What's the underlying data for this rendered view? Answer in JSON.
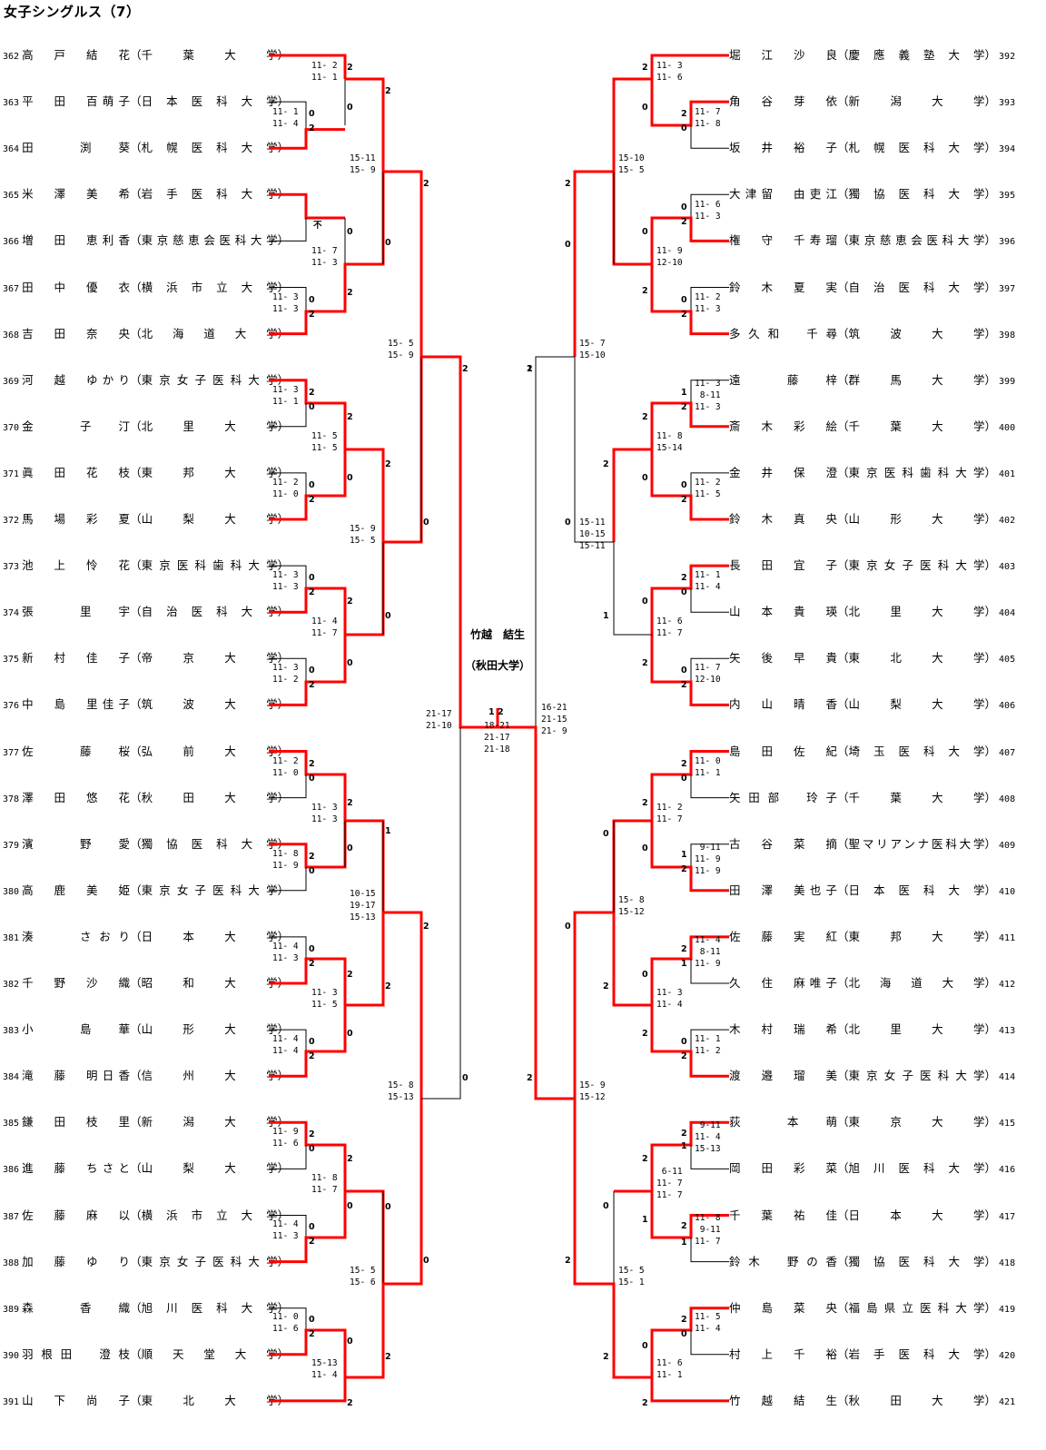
{
  "title": "女子シングルス（7）",
  "champion": {
    "name": "竹越　結生",
    "school": "（秋田大学）"
  },
  "colors": {
    "winner_line": "#ff0000",
    "loser_line": "#000000"
  },
  "left_players": [
    {
      "no": "362",
      "name": "高　戸　結　花",
      "school": "千葉大学"
    },
    {
      "no": "363",
      "name": "平　田　百萌子",
      "school": "日本医科大学"
    },
    {
      "no": "364",
      "name": "田　　渕　葵",
      "school": "札幌医科大学"
    },
    {
      "no": "365",
      "name": "米　澤　美　希",
      "school": "岩手医科大学"
    },
    {
      "no": "366",
      "name": "増　田　恵利香",
      "school": "東京慈恵会医科大学"
    },
    {
      "no": "367",
      "name": "田　中　優　衣",
      "school": "横浜市立大学"
    },
    {
      "no": "368",
      "name": "吉　田　奈　央",
      "school": "北海道大学"
    },
    {
      "no": "369",
      "name": "河　越　ゆかり",
      "school": "東京女子医科大学"
    },
    {
      "no": "370",
      "name": "金　　子　汀",
      "school": "北里大学"
    },
    {
      "no": "371",
      "name": "眞　田　花　枝",
      "school": "東邦大学"
    },
    {
      "no": "372",
      "name": "馬　場　彩　夏",
      "school": "山梨大学"
    },
    {
      "no": "373",
      "name": "池　上　怜　花",
      "school": "東京医科歯科大学"
    },
    {
      "no": "374",
      "name": "張　　里　宇",
      "school": "自治医科大学"
    },
    {
      "no": "375",
      "name": "新　村　佳　子",
      "school": "帝京大学"
    },
    {
      "no": "376",
      "name": "中　島　里佳子",
      "school": "筑波大学"
    },
    {
      "no": "377",
      "name": "佐　　藤　桜",
      "school": "弘前大学"
    },
    {
      "no": "378",
      "name": "澤　田　悠　花",
      "school": "秋田大学"
    },
    {
      "no": "379",
      "name": "濱　　野　愛",
      "school": "獨協医科大学"
    },
    {
      "no": "380",
      "name": "高　鹿　美　姫",
      "school": "東京女子医科大学"
    },
    {
      "no": "381",
      "name": "湊　　さおり",
      "school": "日本大学"
    },
    {
      "no": "382",
      "name": "千　野　沙　織",
      "school": "昭和大学"
    },
    {
      "no": "383",
      "name": "小　　島　華",
      "school": "山形大学"
    },
    {
      "no": "384",
      "name": "滝　藤　明日香",
      "school": "信州大学"
    },
    {
      "no": "385",
      "name": "鎌　田　枝　里",
      "school": "新潟大学"
    },
    {
      "no": "386",
      "name": "進　藤　ちさと",
      "school": "山梨大学"
    },
    {
      "no": "387",
      "name": "佐　藤　麻　以",
      "school": "横浜市立大学"
    },
    {
      "no": "388",
      "name": "加　藤　ゆ　り",
      "school": "東京女子医科大学"
    },
    {
      "no": "389",
      "name": "森　　香　織",
      "school": "旭川医科大学"
    },
    {
      "no": "390",
      "name": "羽根田　澄枝",
      "school": "順天堂大学"
    },
    {
      "no": "391",
      "name": "山　下　尚　子",
      "school": "東北大学"
    }
  ],
  "right_players": [
    {
      "no": "392",
      "name": "堀　江　沙　良",
      "school": "慶應義塾大学"
    },
    {
      "no": "393",
      "name": "角　谷　芽　依",
      "school": "新潟大学"
    },
    {
      "no": "394",
      "name": "坂　井　裕　子",
      "school": "札幌医科大学"
    },
    {
      "no": "395",
      "name": "大津留　由吏江",
      "school": "獨協医科大学"
    },
    {
      "no": "396",
      "name": "権　守　千寿瑠",
      "school": "東京慈恵会医科大学"
    },
    {
      "no": "397",
      "name": "鈴　木　夏　実",
      "school": "自治医科大学"
    },
    {
      "no": "398",
      "name": "多久和　千尋",
      "school": "筑波大学"
    },
    {
      "no": "399",
      "name": "遠　　藤　梓",
      "school": "群馬大学"
    },
    {
      "no": "400",
      "name": "斎　木　彩　絵",
      "school": "千葉大学"
    },
    {
      "no": "401",
      "name": "金　井　保　澄",
      "school": "東京医科歯科大学"
    },
    {
      "no": "402",
      "name": "鈴　木　真　央",
      "school": "山形大学"
    },
    {
      "no": "403",
      "name": "長　田　宜　子",
      "school": "東京女子医科大学"
    },
    {
      "no": "404",
      "name": "山　本　貴　瑛",
      "school": "北里大学"
    },
    {
      "no": "405",
      "name": "矢　後　早　貴",
      "school": "東北大学"
    },
    {
      "no": "406",
      "name": "内　山　晴　香",
      "school": "山梨大学"
    },
    {
      "no": "407",
      "name": "島　田　佐　紀",
      "school": "埼玉医科大学"
    },
    {
      "no": "408",
      "name": "矢田部　玲子",
      "school": "千葉大学"
    },
    {
      "no": "409",
      "name": "古　谷　菜　摘",
      "school": "聖マリアンナ医科大学"
    },
    {
      "no": "410",
      "name": "田　澤　美也子",
      "school": "日本医科大学"
    },
    {
      "no": "411",
      "name": "佐　藤　実　紅",
      "school": "東邦大学"
    },
    {
      "no": "412",
      "name": "久　住　麻唯子",
      "school": "北海道大学"
    },
    {
      "no": "413",
      "name": "木　村　瑞　希",
      "school": "北里大学"
    },
    {
      "no": "414",
      "name": "渡　邉　瑠　美",
      "school": "東京女子医科大学"
    },
    {
      "no": "415",
      "name": "荻　　本　萌",
      "school": "東京大学"
    },
    {
      "no": "416",
      "name": "岡　田　彩　菜",
      "school": "旭川医科大学"
    },
    {
      "no": "417",
      "name": "千　葉　祐　佳",
      "school": "日本大学"
    },
    {
      "no": "418",
      "name": "鈴木　野の香",
      "school": "獨協医科大学"
    },
    {
      "no": "419",
      "name": "仲　島　菜　央",
      "school": "福島県立医科大学"
    },
    {
      "no": "420",
      "name": "村　上　千　裕",
      "school": "岩手医科大学"
    },
    {
      "no": "421",
      "name": "竹　越　結　生",
      "school": "秋田大学"
    }
  ],
  "matches": [
    {
      "id": "L1",
      "scores": [
        "11- 2",
        "11- 1"
      ],
      "wins": [
        "2",
        "0"
      ]
    },
    {
      "id": "L2",
      "scores": [
        "11- 1",
        "11- 4"
      ],
      "wins": [
        "0",
        "2"
      ]
    },
    {
      "id": "L3",
      "scores": [],
      "wins": [
        "不"
      ]
    },
    {
      "id": "L4",
      "scores": [
        "11- 7",
        "11- 3"
      ],
      "wins": [
        "0",
        "2"
      ]
    },
    {
      "id": "L5",
      "scores": [
        "11- 3",
        "11- 3"
      ],
      "wins": [
        "0",
        "2"
      ]
    },
    {
      "id": "L6",
      "scores": [
        "15-11",
        "15- 9"
      ],
      "wins": [
        "2",
        "0"
      ]
    },
    {
      "id": "L7",
      "scores": [
        "11- 3",
        "11- 1"
      ],
      "wins": [
        "2",
        "0"
      ]
    },
    {
      "id": "L8",
      "scores": [
        "11- 5",
        "11- 5"
      ],
      "wins": [
        "2",
        "0"
      ]
    },
    {
      "id": "L9",
      "scores": [
        "11- 2",
        "11- 0"
      ],
      "wins": [
        "0",
        "2"
      ]
    },
    {
      "id": "L10",
      "scores": [
        "11- 3",
        "11- 3"
      ],
      "wins": [
        "0",
        "2"
      ]
    },
    {
      "id": "L11",
      "scores": [
        "11- 4",
        "11- 7"
      ],
      "wins": [
        "2",
        "0"
      ]
    },
    {
      "id": "L12",
      "scores": [
        "11- 3",
        "11- 2"
      ],
      "wins": [
        "0",
        "2"
      ]
    },
    {
      "id": "L13",
      "scores": [
        "15- 9",
        "15- 5"
      ],
      "wins": [
        "2",
        "0"
      ]
    },
    {
      "id": "L14",
      "scores": [
        "15- 5",
        "15- 9"
      ],
      "wins": [
        "2",
        "0"
      ]
    },
    {
      "id": "L15",
      "scores": [
        "11- 2",
        "11- 0"
      ],
      "wins": [
        "2",
        "0"
      ]
    },
    {
      "id": "L16",
      "scores": [
        "11- 3",
        "11- 3"
      ],
      "wins": [
        "2",
        "0"
      ]
    },
    {
      "id": "L17",
      "scores": [
        "11- 8",
        "11- 9"
      ],
      "wins": [
        "2",
        "0"
      ]
    },
    {
      "id": "L18",
      "scores": [
        "11- 4",
        "11- 3"
      ],
      "wins": [
        "0",
        "2"
      ]
    },
    {
      "id": "L19",
      "scores": [
        "11- 3",
        "11- 5"
      ],
      "wins": [
        "2",
        "0"
      ]
    },
    {
      "id": "L20",
      "scores": [
        "11- 4",
        "11- 4"
      ],
      "wins": [
        "0",
        "2"
      ]
    },
    {
      "id": "L21",
      "scores": [
        "10-15",
        "19-17",
        "15-13"
      ],
      "wins": [
        "1",
        "2"
      ]
    },
    {
      "id": "L22",
      "scores": [
        "11- 9",
        "11- 6"
      ],
      "wins": [
        "2",
        "0"
      ]
    },
    {
      "id": "L23",
      "scores": [
        "11- 8",
        "11- 7"
      ],
      "wins": [
        "2",
        "0"
      ]
    },
    {
      "id": "L24",
      "scores": [
        "11- 4",
        "11- 3"
      ],
      "wins": [
        "0",
        "2"
      ]
    },
    {
      "id": "L25",
      "scores": [
        "11- 0",
        "11- 6"
      ],
      "wins": [
        "0",
        "2"
      ]
    },
    {
      "id": "L26",
      "scores": [
        "15-13",
        "11- 4"
      ],
      "wins": [
        "0",
        "2"
      ]
    },
    {
      "id": "L27",
      "scores": [
        "15- 5",
        "15- 6"
      ],
      "wins": [
        "0",
        "2"
      ]
    },
    {
      "id": "L28",
      "scores": [
        "15- 8",
        "15-13"
      ],
      "wins": [
        "2",
        "0"
      ]
    },
    {
      "id": "L29",
      "scores": [
        "21-17",
        "21-10"
      ],
      "wins": [
        "2",
        "0"
      ]
    },
    {
      "id": "F",
      "scores": [
        "18-21",
        "21-17",
        "21-18"
      ],
      "wins": [
        "1",
        "2"
      ]
    },
    {
      "id": "R29",
      "scores": [
        "16-21",
        "21-15",
        "21- 9"
      ],
      "wins": [
        "1",
        "2"
      ]
    },
    {
      "id": "R1",
      "scores": [
        "11- 3",
        "11- 6"
      ],
      "wins": [
        "2",
        "0"
      ]
    },
    {
      "id": "R2",
      "scores": [
        "11- 7",
        "11- 8"
      ],
      "wins": [
        "2",
        "0"
      ]
    },
    {
      "id": "R3",
      "scores": [
        "11- 6",
        "11- 3"
      ],
      "wins": [
        "0",
        "2"
      ]
    },
    {
      "id": "R4",
      "scores": [
        "11- 9",
        "12-10"
      ],
      "wins": [
        "0",
        "2"
      ]
    },
    {
      "id": "R5",
      "scores": [
        "11- 2",
        "11- 3"
      ],
      "wins": [
        "0",
        "2"
      ]
    },
    {
      "id": "R6",
      "scores": [
        "15-10",
        "15- 5"
      ],
      "wins": [
        "2",
        "0"
      ]
    },
    {
      "id": "R7",
      "scores": [
        "11- 3",
        " 8-11",
        "11- 3"
      ],
      "wins": [
        "1",
        "2"
      ]
    },
    {
      "id": "R8",
      "scores": [
        "11- 8",
        "15-14"
      ],
      "wins": [
        "2",
        "0"
      ]
    },
    {
      "id": "R9",
      "scores": [
        "11- 2",
        "11- 5"
      ],
      "wins": [
        "0",
        "2"
      ]
    },
    {
      "id": "R10",
      "scores": [
        "11- 1",
        "11- 4"
      ],
      "wins": [
        "2",
        "0"
      ]
    },
    {
      "id": "R11",
      "scores": [
        "11- 6",
        "11- 7"
      ],
      "wins": [
        "0",
        "2"
      ]
    },
    {
      "id": "R12",
      "scores": [
        "11- 7",
        "12-10"
      ],
      "wins": [
        "0",
        "2"
      ]
    },
    {
      "id": "R13",
      "scores": [
        "15-11",
        "10-15",
        "15-11"
      ],
      "wins": [
        "2",
        "1"
      ]
    },
    {
      "id": "R14",
      "scores": [
        "15- 7",
        "15-10"
      ],
      "wins": [
        "2",
        "0"
      ]
    },
    {
      "id": "R15",
      "scores": [
        "11- 0",
        "11- 1"
      ],
      "wins": [
        "2",
        "0"
      ]
    },
    {
      "id": "R16",
      "scores": [
        "11- 2",
        "11- 7"
      ],
      "wins": [
        "2",
        "0"
      ]
    },
    {
      "id": "R17",
      "scores": [
        " 9-11",
        "11- 9",
        "11- 9"
      ],
      "wins": [
        "1",
        "2"
      ]
    },
    {
      "id": "R18",
      "scores": [
        "11- 4",
        " 8-11",
        "11- 9"
      ],
      "wins": [
        "2",
        "1"
      ]
    },
    {
      "id": "R19",
      "scores": [
        "11- 3",
        "11- 4"
      ],
      "wins": [
        "0",
        "2"
      ]
    },
    {
      "id": "R20",
      "scores": [
        "11- 1",
        "11- 2"
      ],
      "wins": [
        "0",
        "2"
      ]
    },
    {
      "id": "R21",
      "scores": [
        "15- 8",
        "15-12"
      ],
      "wins": [
        "0",
        "2"
      ]
    },
    {
      "id": "R22",
      "scores": [
        " 9-11",
        "11- 4",
        "15-13"
      ],
      "wins": [
        "2",
        "1"
      ]
    },
    {
      "id": "R23",
      "scores": [
        " 6-11",
        "11- 7",
        "11- 7"
      ],
      "wins": [
        "2",
        "1"
      ]
    },
    {
      "id": "R24",
      "scores": [
        "11- 8",
        " 9-11",
        "11- 7"
      ],
      "wins": [
        "2",
        "1"
      ]
    },
    {
      "id": "R25",
      "scores": [
        "11- 5",
        "11- 4"
      ],
      "wins": [
        "2",
        "0"
      ]
    },
    {
      "id": "R26",
      "scores": [
        "11- 6",
        "11- 1"
      ],
      "wins": [
        "0",
        "2"
      ]
    },
    {
      "id": "R27",
      "scores": [
        "15- 5",
        "15- 1"
      ],
      "wins": [
        "0",
        "2"
      ]
    },
    {
      "id": "R28",
      "scores": [
        "15- 9",
        "15-12"
      ],
      "wins": [
        "0",
        "2"
      ]
    }
  ]
}
